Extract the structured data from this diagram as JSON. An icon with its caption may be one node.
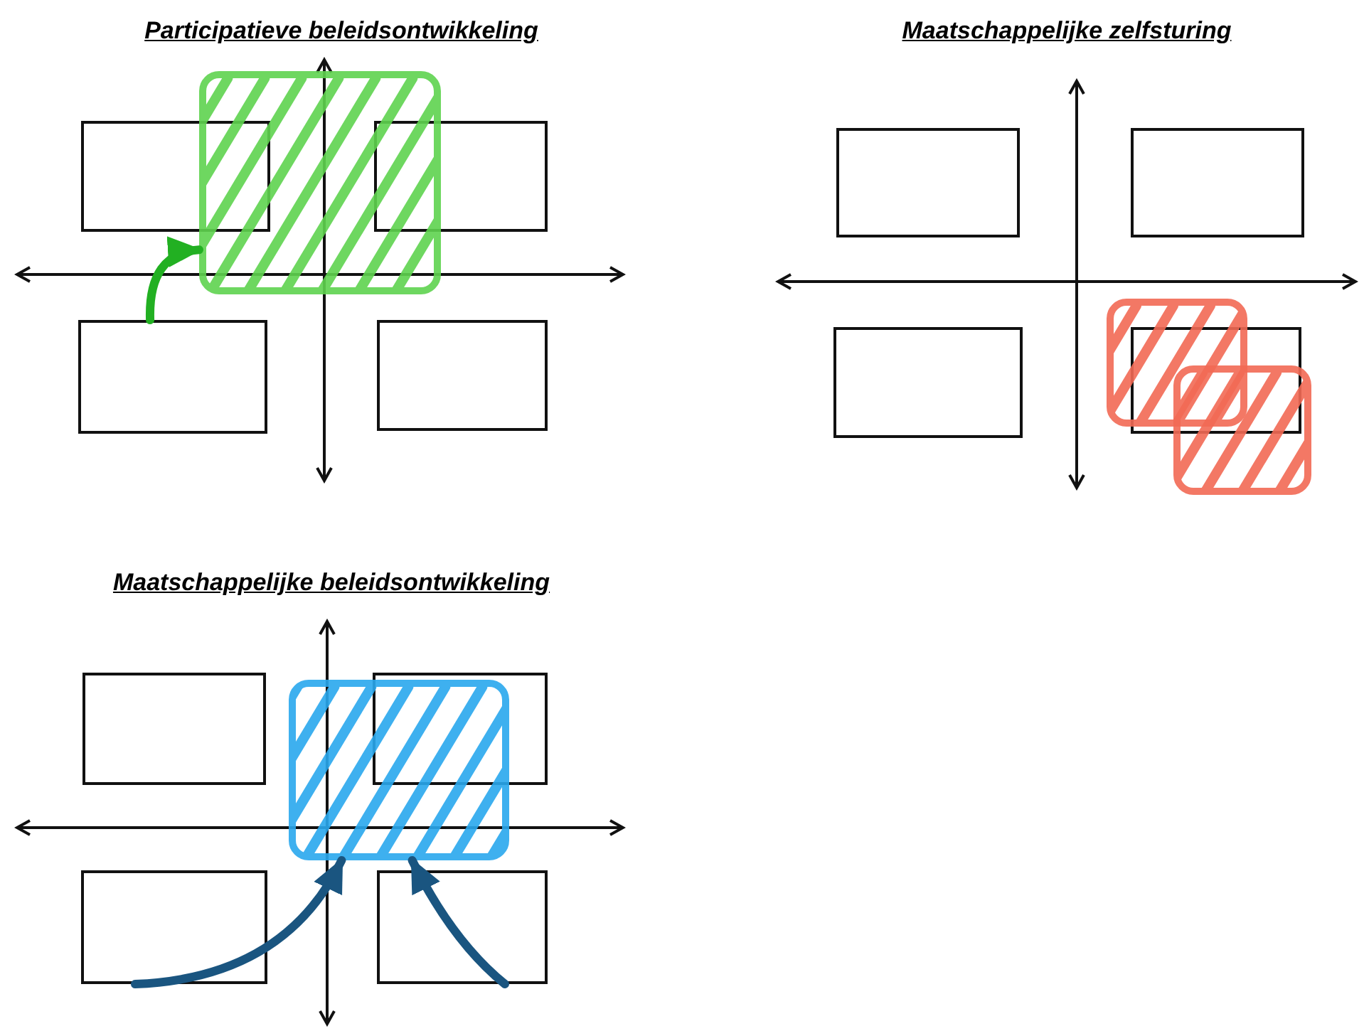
{
  "diagram": {
    "nodes": [
      {
        "text": [],
        "shape": "box"
      },
      {
        "text": [],
        "shape": "box"
      },
      {
        "text": [],
        "shape": "box"
      },
      {
        "text": [],
        "shape": "box"
      },
      {
        "text": [],
        "shape": "box"
      },
      {
        "text": [],
        "shape": "box"
      },
      {
        "text": [],
        "shape": "box"
      },
      {
        "text": [],
        "shape": "box"
      },
      {
        "text": [],
        "shape": "box"
      },
      {
        "text": [],
        "shape": "box"
      },
      {
        "text": [],
        "shape": "box"
      },
      {
        "text": [],
        "shape": "box"
      },
      {
        "text": [],
        "shape": "box"
      },
      {
        "text": [],
        "shape": "box"
      },
      {
        "text": [],
        "shape": "box"
      },
      {
        "text": [],
        "shape": "box"
      }
    ],
    "edges": [
      {
        "from": 2,
        "to": 4,
        "arrow": "to",
        "color": "#22b022"
      },
      {
        "from": 13,
        "to": 15,
        "arrow": "to",
        "color": "#1a5580"
      },
      {
        "from": 14,
        "to": 15,
        "arrow": "to",
        "color": "#1a5580"
      }
    ],
    "labels": [
      "Participatieve beleidsontwikkeling",
      "Maatschappelijke zelfsturing",
      "Maatschappelijke beleidsontwikkeling"
    ]
  }
}
